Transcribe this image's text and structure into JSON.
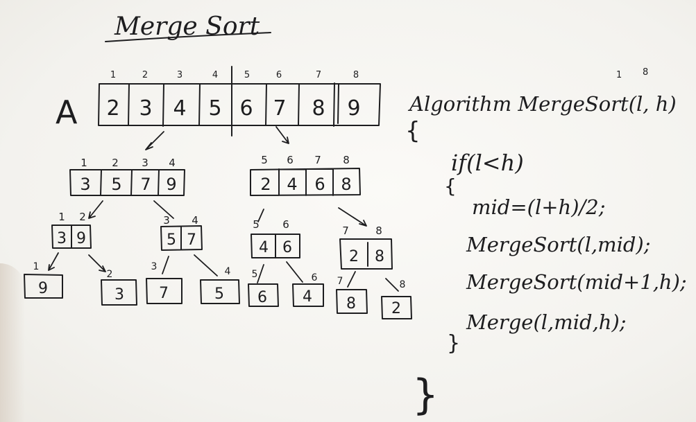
{
  "title": "Merge Sort",
  "array_label": "A",
  "top_array": {
    "indices": [
      "1",
      "2",
      "3",
      "4",
      "5",
      "6",
      "7",
      "8"
    ],
    "values": [
      "2",
      "3",
      "4",
      "5",
      "6",
      "7",
      "8",
      "9"
    ]
  },
  "level1": [
    {
      "indices": [
        "1",
        "2",
        "3",
        "4"
      ],
      "values": [
        "3",
        "5",
        "7",
        "9"
      ]
    },
    {
      "indices": [
        "5",
        "6",
        "7",
        "8"
      ],
      "values": [
        "2",
        "4",
        "6",
        "8"
      ]
    }
  ],
  "level2": [
    {
      "indices": [
        "1",
        "2"
      ],
      "values": [
        "3",
        "9"
      ]
    },
    {
      "indices": [
        "3",
        "4"
      ],
      "values": [
        "5",
        "7"
      ]
    },
    {
      "indices": [
        "5",
        "6"
      ],
      "values": [
        "4",
        "6"
      ]
    },
    {
      "indices": [
        "7",
        "8"
      ],
      "values": [
        "2",
        "8"
      ]
    }
  ],
  "level3": [
    {
      "index": "1",
      "value": "9"
    },
    {
      "index": "2",
      "value": "3"
    },
    {
      "index": "3",
      "value": "7"
    },
    {
      "index": "4",
      "value": "5"
    },
    {
      "index": "5",
      "value": "6"
    },
    {
      "index": "6",
      "value": "4"
    },
    {
      "index": "7",
      "value": "8"
    },
    {
      "index": "8",
      "value": "2"
    }
  ],
  "code": {
    "header": "Algorithm MergeSort(l, h)",
    "header_superscripts": [
      "1",
      "8"
    ],
    "open_brace": "{",
    "if_line": "if(l<h)",
    "if_brace": "{",
    "lines": [
      "mid=(l+h)/2;",
      "MergeSort(l,mid);",
      "MergeSort(mid+1,h);",
      "Merge(l,mid,h);"
    ],
    "close_inner": "}",
    "close_outer": "}"
  }
}
